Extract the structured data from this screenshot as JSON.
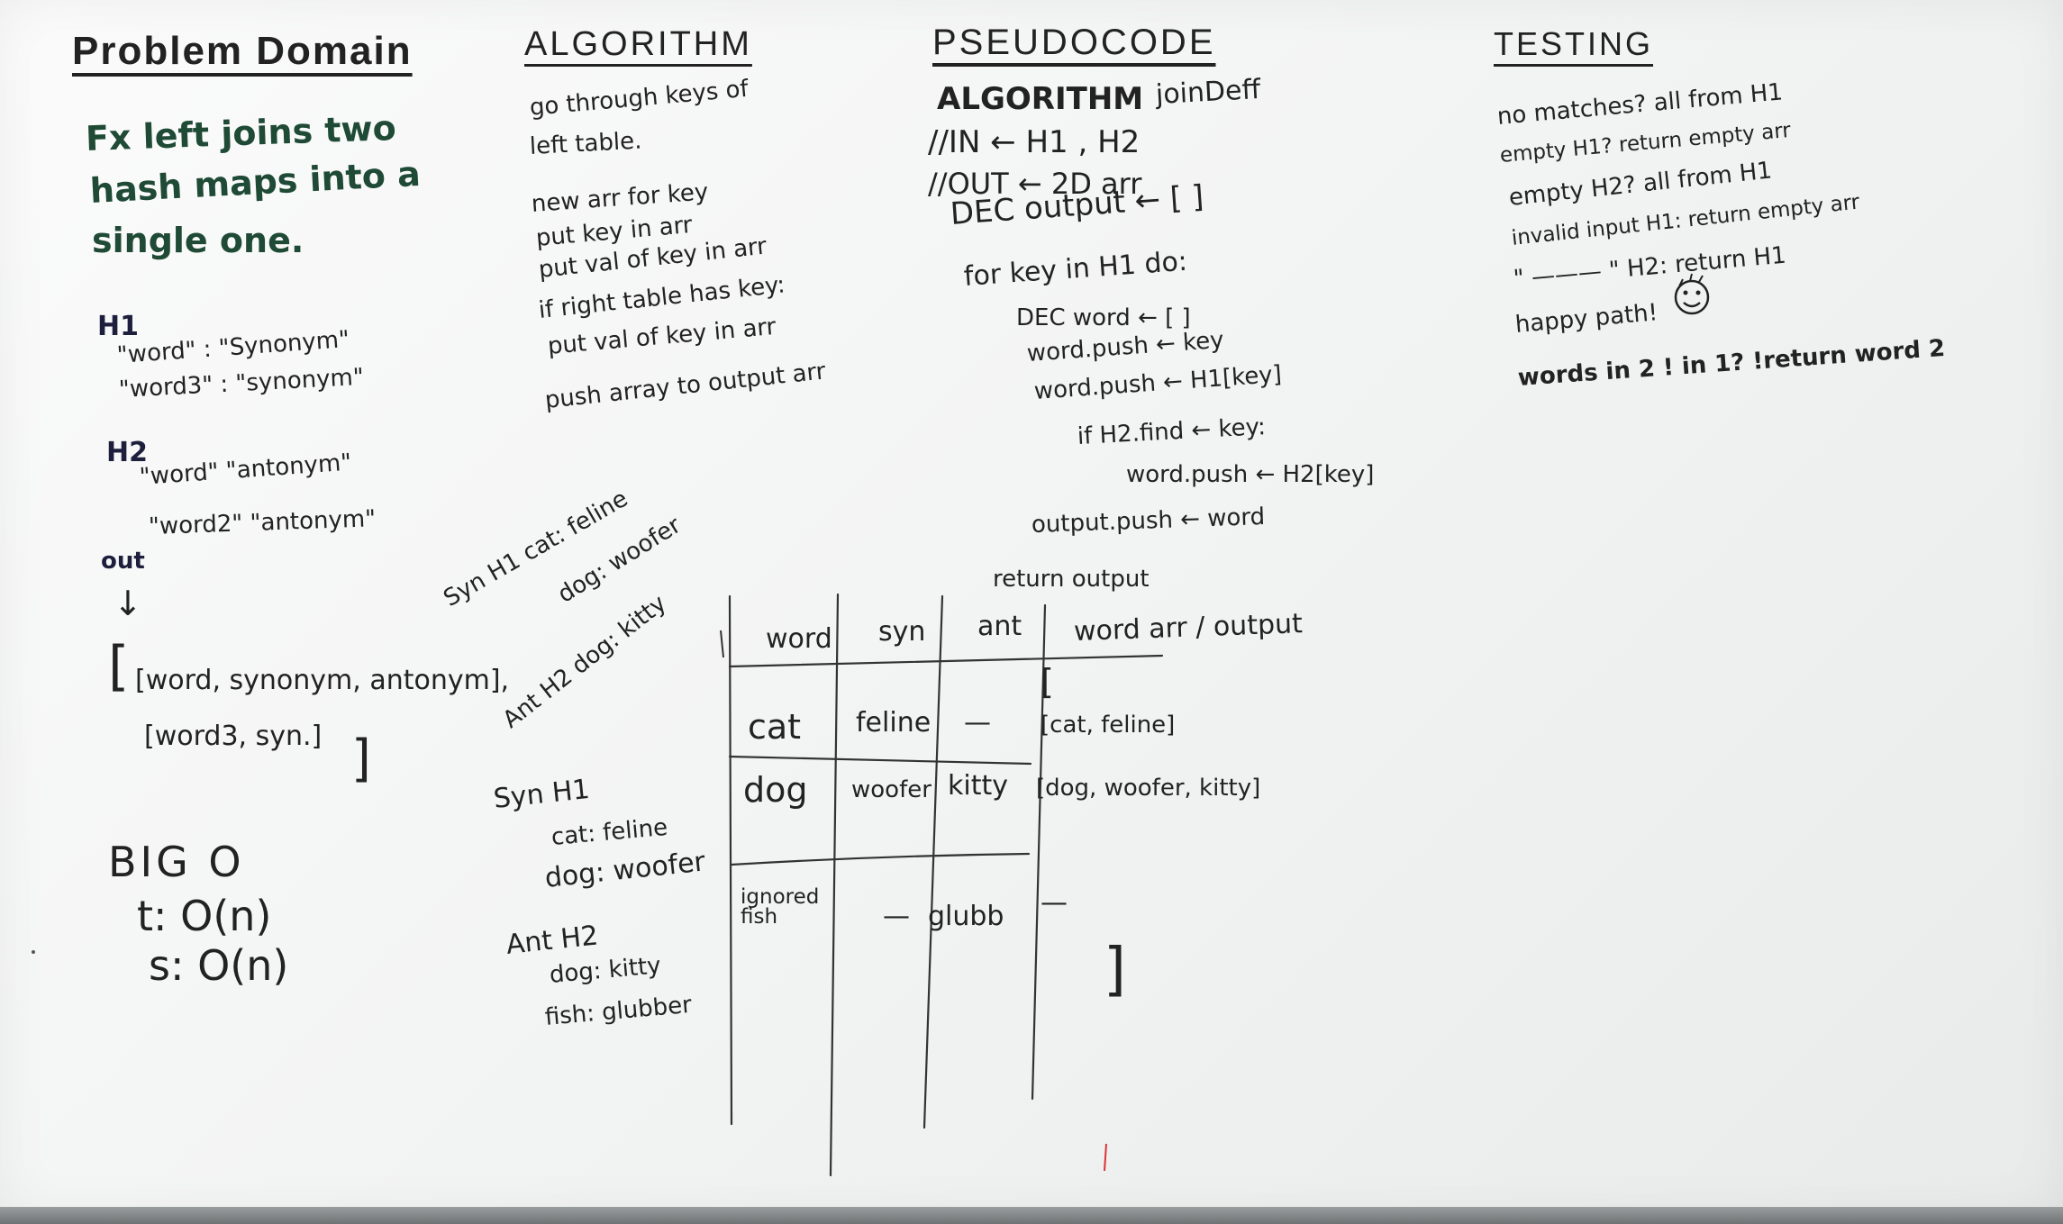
{
  "problem_domain": {
    "header": "Problem Domain",
    "description": [
      "Fx left joins two",
      "hash maps into a",
      "single one."
    ],
    "h1_label": "H1",
    "h1_entries": [
      "\"word\" : \"Synonym\"",
      "\"word3\" : \"synonym\""
    ],
    "h2_label": "H2",
    "h2_entries": [
      "\"word\" \"antonym\"",
      "\"word2\" \"antonym\""
    ],
    "out_label": "out",
    "arrow": "↓",
    "out_open": "[",
    "out_rows": [
      "[word, synonym, antonym],",
      "[word3, syn.]"
    ],
    "out_close": "]",
    "big_o_title": "BIG O",
    "big_o_lines": [
      "t: O(n)",
      "s: O(n)"
    ]
  },
  "algorithm": {
    "header": "ALGORITHM",
    "steps": [
      "go through keys of",
      "left table.",
      "new arr for key",
      "put key in arr",
      "put val of key in arr",
      "if right table has key:",
      "put val of key in arr",
      "push array to output arr"
    ]
  },
  "pseudocode": {
    "header": "PSEUDOCODE",
    "title_keyword": "ALGORITHM",
    "title_name": "joinDeff",
    "lines": [
      "//IN ← H1 , H2",
      "//OUT ← 2D arr",
      "DEC output ← [ ]",
      "for key in H1 do:",
      "DEC word ← [ ]",
      "word.push ← key",
      "word.push ← H1[key]",
      "if H2.find ← key:",
      "word.push ← H2[key]",
      "output.push ← word",
      "return output"
    ]
  },
  "testing": {
    "header": "TESTING",
    "lines": [
      "no matches? all from H1",
      "empty H1? return empty arr",
      "empty H2? all from H1",
      "invalid input H1: return empty arr",
      "\"  ———  \" H2: return H1",
      "happy path!",
      "words in 2 ! in 1?  !return word 2"
    ]
  },
  "examples": {
    "syn_h1_top": [
      "Syn H1 cat: feline",
      "dog: woofer"
    ],
    "ant_h2_top": "Ant H2 dog: kitty",
    "syn_h1_label": "Syn H1",
    "syn_h1_items": [
      "cat: feline",
      "dog: woofer"
    ],
    "ant_h2_label": "Ant H2",
    "ant_h2_items": [
      "dog: kitty",
      "fish: glubber"
    ]
  },
  "table": {
    "headers": [
      "word",
      "syn",
      "ant",
      "word arr / output"
    ],
    "open_bracket": "[",
    "rows": [
      [
        "cat",
        "feline",
        "—",
        "[cat, feline]"
      ],
      [
        "dog",
        "woofer",
        "kitty",
        "[dog, woofer, kitty]"
      ],
      [
        "ignored fish",
        "—",
        "glubb",
        "—"
      ]
    ],
    "close_bracket": "]"
  },
  "colors": {
    "marker_black": "#222222",
    "marker_green": "#1f4a36",
    "marker_navy": "#1d1f3d",
    "board": "#f3f4f4"
  }
}
